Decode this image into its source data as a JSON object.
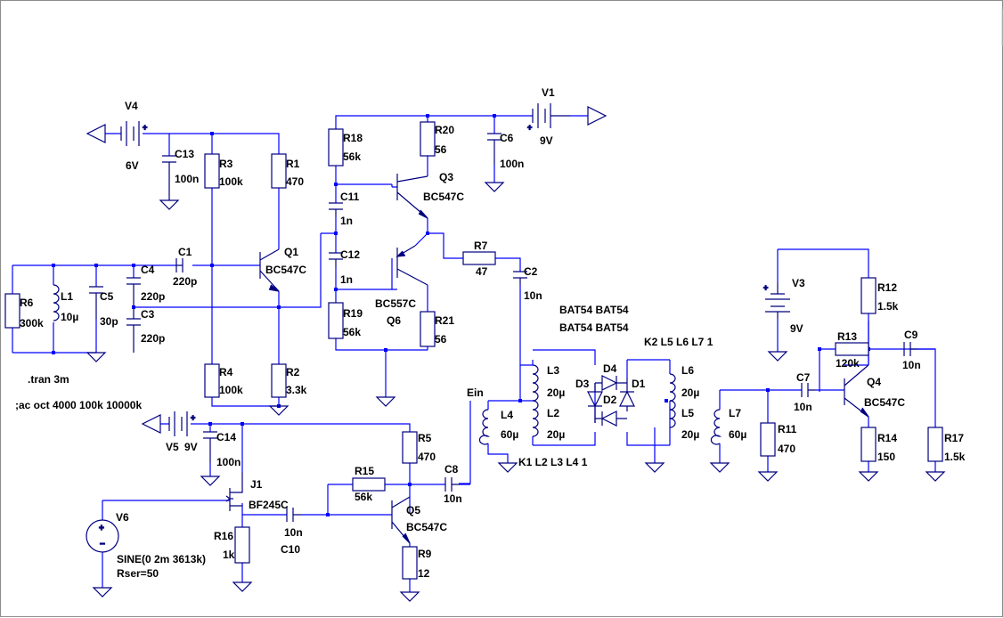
{
  "components": {
    "V1": {
      "name": "V1",
      "value": "9V"
    },
    "V3": {
      "name": "V3",
      "value": "9V"
    },
    "V4": {
      "name": "V4",
      "value": "6V"
    },
    "V5": {
      "name": "V5",
      "value": "9V"
    },
    "V6": {
      "name": "V6",
      "value": "SINE(0 2m 3613k)",
      "extra": "Rser=50"
    },
    "R1": {
      "name": "R1",
      "value": "470"
    },
    "R2": {
      "name": "R2",
      "value": "3.3k"
    },
    "R3": {
      "name": "R3",
      "value": "100k"
    },
    "R4": {
      "name": "R4",
      "value": "100k"
    },
    "R5": {
      "name": "R5",
      "value": "470"
    },
    "R6": {
      "name": "R6",
      "value": "300k"
    },
    "R7": {
      "name": "R7",
      "value": "47"
    },
    "R9": {
      "name": "R9",
      "value": "12"
    },
    "R11": {
      "name": "R11",
      "value": "470"
    },
    "R12": {
      "name": "R12",
      "value": "1.5k"
    },
    "R13": {
      "name": "R13",
      "value": "120k"
    },
    "R14": {
      "name": "R14",
      "value": "150"
    },
    "R15": {
      "name": "R15",
      "value": "56k"
    },
    "R16": {
      "name": "R16",
      "value": "1k"
    },
    "R17": {
      "name": "R17",
      "value": "1.5k"
    },
    "R18": {
      "name": "R18",
      "value": "56k"
    },
    "R19": {
      "name": "R19",
      "value": "56k"
    },
    "R20": {
      "name": "R20",
      "value": "56"
    },
    "R21": {
      "name": "R21",
      "value": "56"
    },
    "C1": {
      "name": "C1",
      "value": "220p"
    },
    "C2": {
      "name": "C2",
      "value": "10n"
    },
    "C3": {
      "name": "C3",
      "value": "220p"
    },
    "C4": {
      "name": "C4",
      "value": "220p"
    },
    "C5": {
      "name": "C5",
      "value": "30p"
    },
    "C6": {
      "name": "C6",
      "value": "100n"
    },
    "C7": {
      "name": "C7",
      "value": "10n"
    },
    "C8": {
      "name": "C8",
      "value": "10n"
    },
    "C9": {
      "name": "C9",
      "value": "10n"
    },
    "C10": {
      "name": "C10",
      "value": "10n"
    },
    "C11": {
      "name": "C11",
      "value": "1n"
    },
    "C12": {
      "name": "C12",
      "value": "1n"
    },
    "C13": {
      "name": "C13",
      "value": "100n"
    },
    "C14": {
      "name": "C14",
      "value": "100n"
    },
    "L1": {
      "name": "L1",
      "value": "10µ"
    },
    "L2": {
      "name": "L2",
      "value": "20µ"
    },
    "L3": {
      "name": "L3",
      "value": "20µ"
    },
    "L4": {
      "name": "L4",
      "value": "60µ"
    },
    "L5": {
      "name": "L5",
      "value": "20µ"
    },
    "L6": {
      "name": "L6",
      "value": "20µ"
    },
    "L7": {
      "name": "L7",
      "value": "60µ"
    },
    "Q1": {
      "name": "Q1",
      "value": "BC547C"
    },
    "Q3": {
      "name": "Q3",
      "value": "BC547C"
    },
    "Q4": {
      "name": "Q4",
      "value": "BC547C"
    },
    "Q5": {
      "name": "Q5",
      "value": "BC547C"
    },
    "Q6": {
      "name": "Q6",
      "value": "BC557C"
    },
    "J1": {
      "name": "J1",
      "value": "BF245C"
    },
    "D1": {
      "name": "D1"
    },
    "D2": {
      "name": "D2"
    },
    "D3": {
      "name": "D3"
    },
    "D4": {
      "name": "D4"
    }
  },
  "diode_models": {
    "line1": "BAT54 BAT54",
    "line2": "BAT54 BAT54"
  },
  "net_labels": {
    "ein": "Ein"
  },
  "directives": {
    "tran": ".tran 3m",
    "ac": ";ac oct 4000 100k 10000k",
    "k1": "K1 L2 L3 L4 1",
    "k2": "K2 L5 L6 L7 1"
  },
  "colors": {
    "wire": "#0000ff",
    "component": "#000080",
    "text": "#000000",
    "background": "#ffffff"
  }
}
